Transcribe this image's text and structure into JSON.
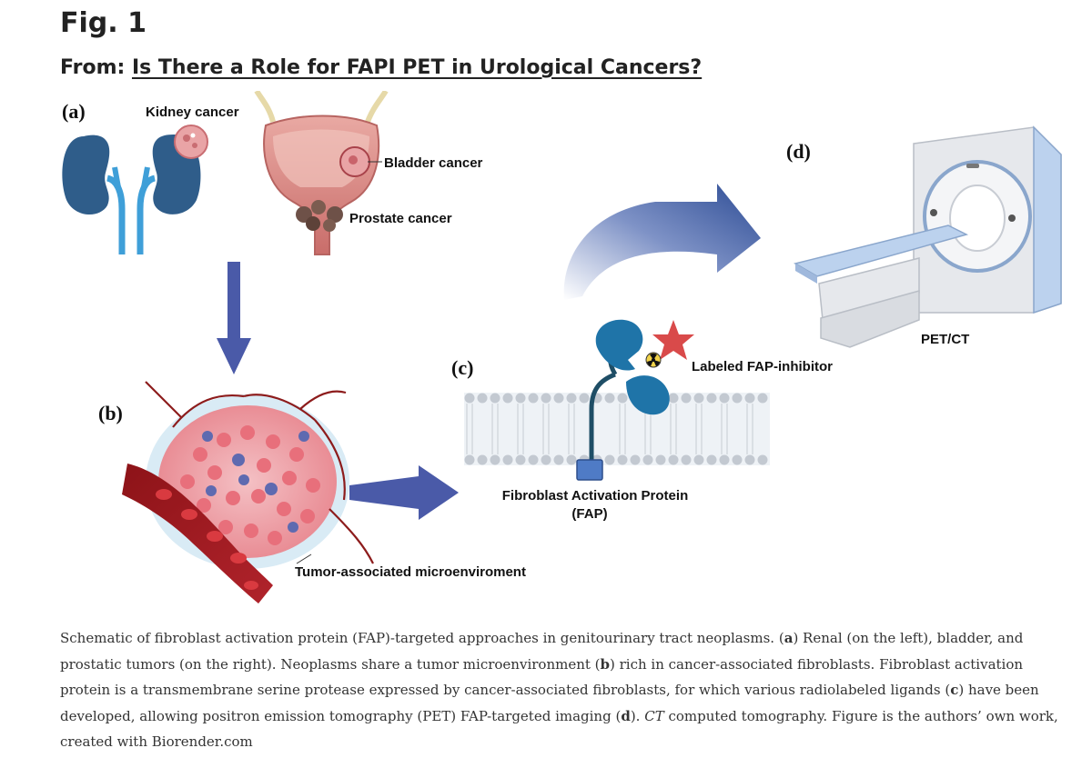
{
  "header": {
    "fig_title": "Fig. 1",
    "from_prefix": "From: ",
    "article_title": "Is There a Role for FAPI PET in Urological Cancers?"
  },
  "figure": {
    "panel_a": "(a)",
    "panel_b": "(b)",
    "panel_c": "(c)",
    "panel_d": "(d)",
    "kidney_cancer": "Kidney cancer",
    "bladder_cancer": "Bladder cancer",
    "prostate_cancer": "Prostate cancer",
    "tumor_microenv": "Tumor-associated microenviroment",
    "fap_line1": "Fibroblast Activation Protein",
    "fap_line2": "(FAP)",
    "labeled_inhibitor": "Labeled FAP-inhibitor",
    "pet_ct": "PET/CT"
  },
  "caption": {
    "s1": "Schematic of fibroblast activation protein (FAP)-targeted approaches in genitourinary tract neoplasms. (",
    "a": "a",
    "s2": ") Renal (on the left), bladder, and prostatic tumors (on the right). Neoplasms share a tumor microenvironment (",
    "b": "b",
    "s3": ") rich in cancer-associated fibroblasts. Fibroblast activation protein is a transmembrane serine protease expressed by cancer-associated fibroblasts, for which various radiolabeled ligands (",
    "c": "c",
    "s4": ") have been developed, allowing positron emission tomography (PET) FAP-targeted imaging (",
    "d": "d",
    "s5": "). ",
    "ct": "CT",
    "s6": " computed tomography. Figure is the authors’ own work, created with Biorender.com"
  },
  "colors": {
    "arrow_blue": "#4a5aa8",
    "kidney_blue": "#2f5d8a",
    "ureter_blue": "#3f9fd8",
    "bladder_pink": "#d98080",
    "star_red": "#d94a4a",
    "inhibitor_blue": "#1f74a8",
    "fap_square": "#4f7bc6",
    "scanner_gray": "#e6e8ec",
    "scanner_blue": "#bcd2ee"
  }
}
